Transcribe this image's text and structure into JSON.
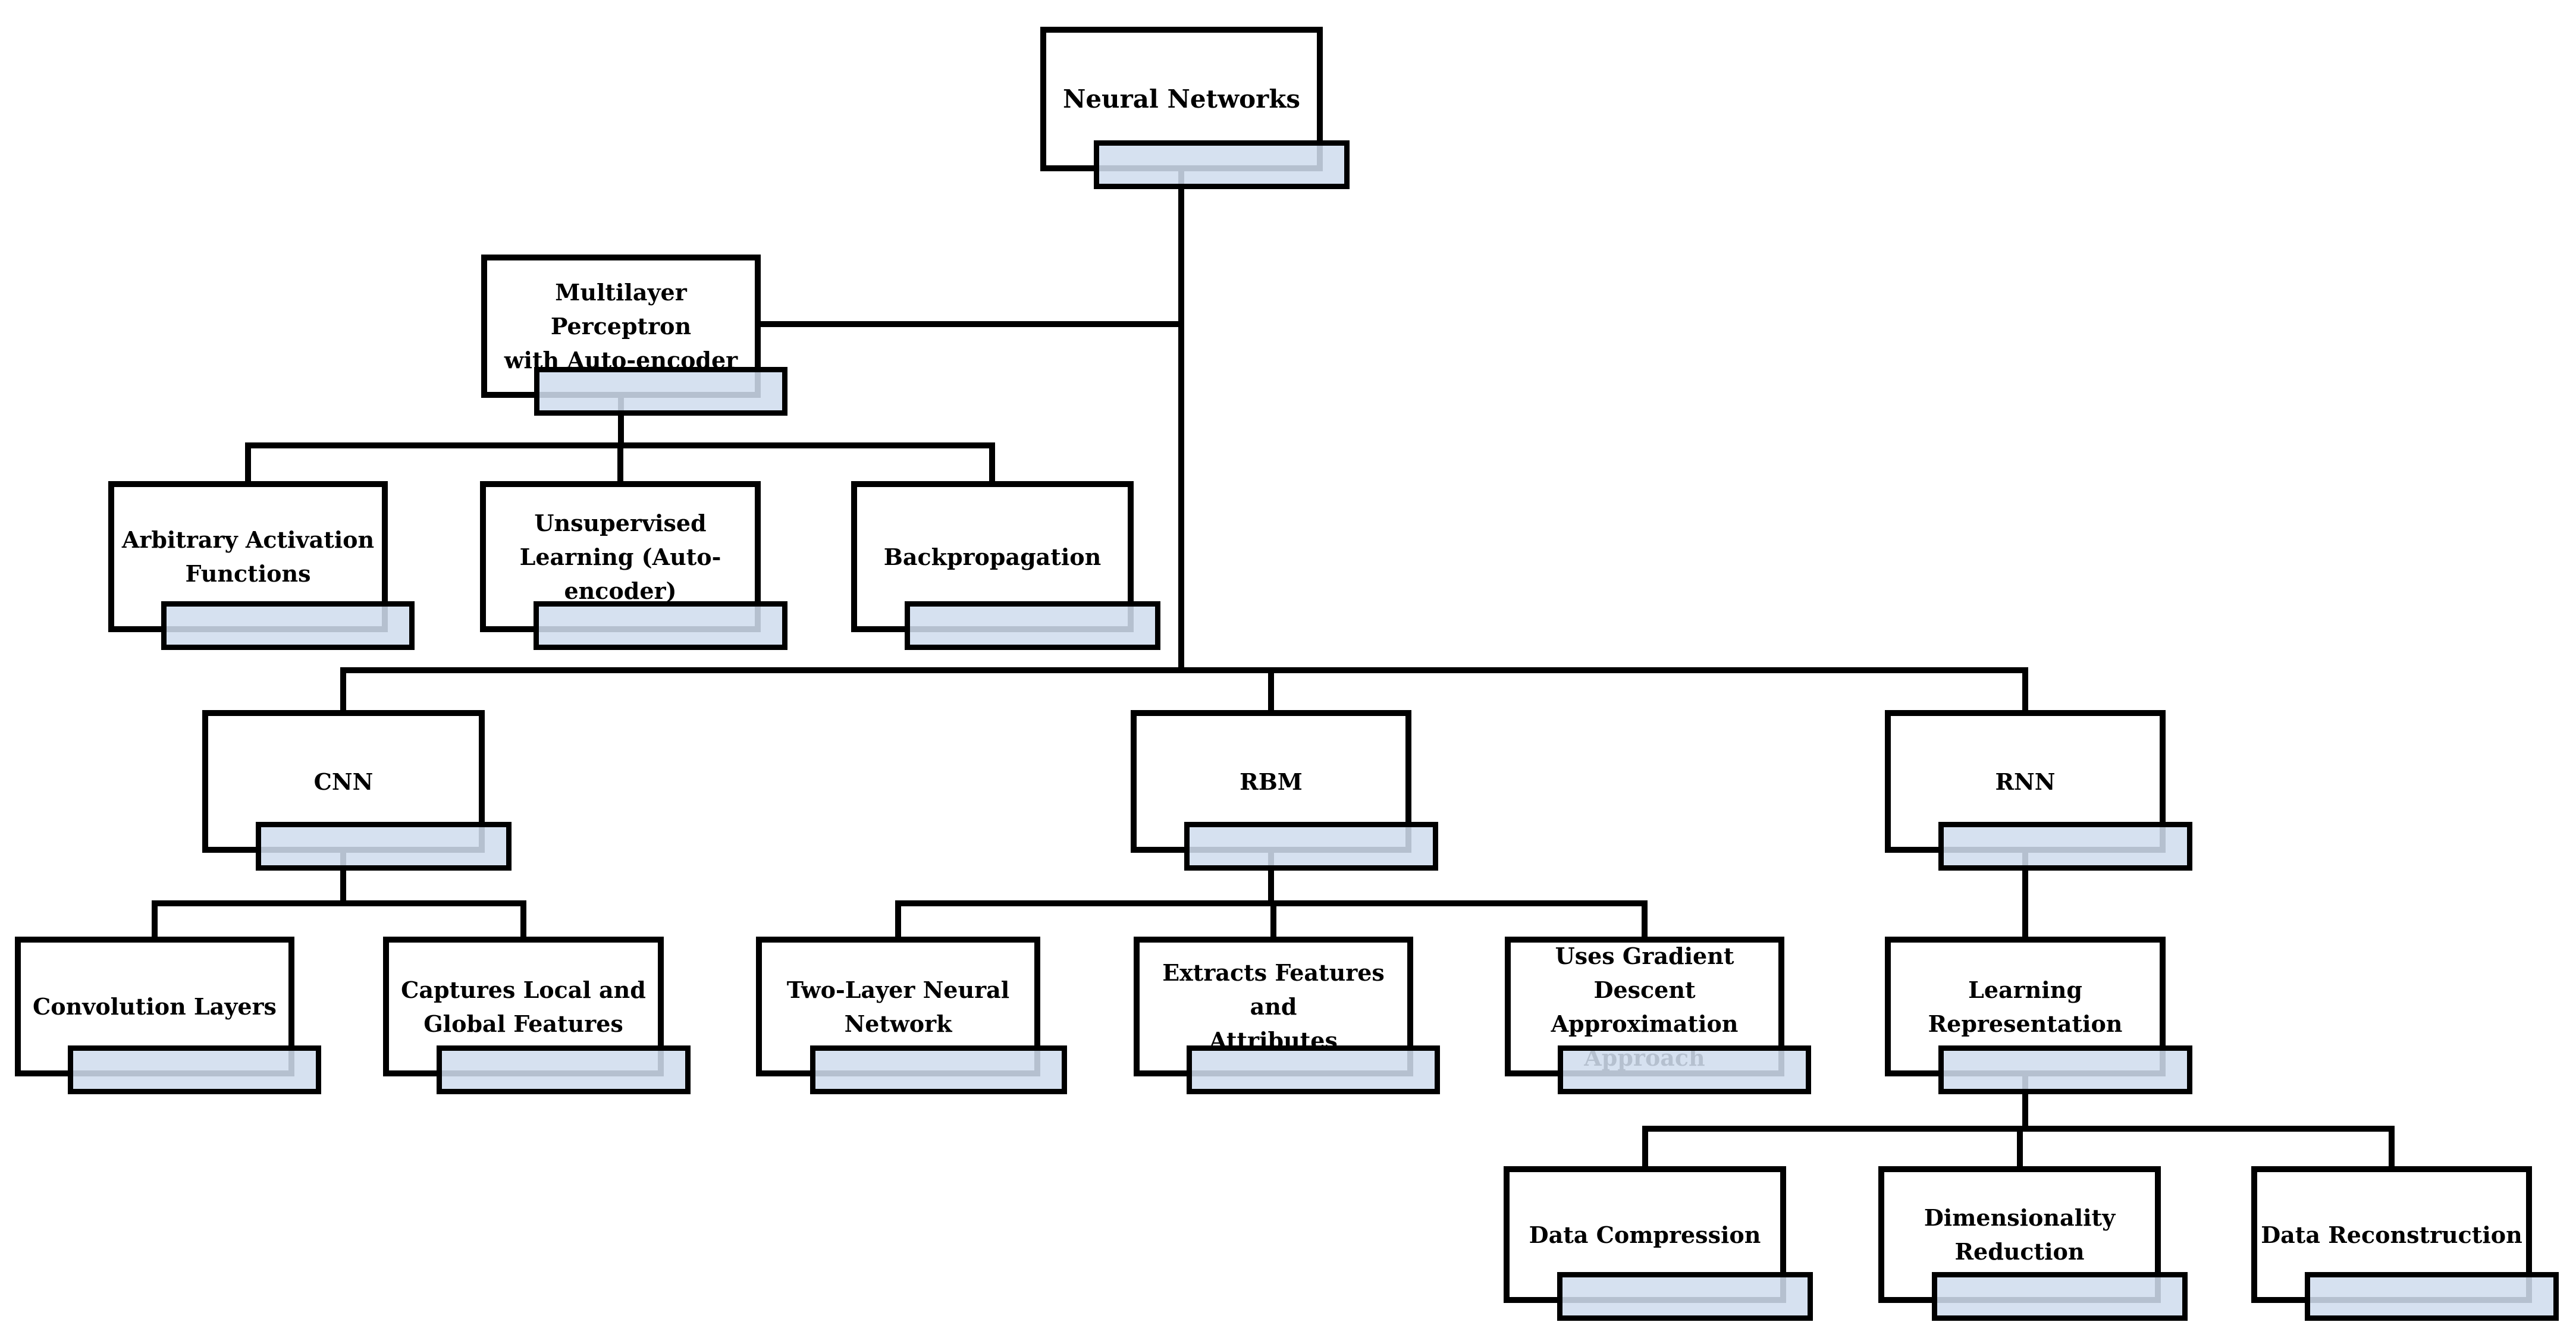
{
  "diagram": {
    "type": "tree-flowchart",
    "colors": {
      "background": "#ffffff",
      "box_fill": "#ffffff",
      "box_border": "#000000",
      "tab_fill": "rgba(208,220,238,0.87)",
      "tab_border": "#000000",
      "connector": "#000000",
      "text": "#000000"
    },
    "nodes": {
      "neural_networks": {
        "label": "Neural Networks",
        "parent": null
      },
      "multilayer_perceptron": {
        "label": "Multilayer Perceptron\nwith Auto-encoder",
        "parent": "neural_networks"
      },
      "arbitrary_activation": {
        "label": "Arbitrary Activation\nFunctions",
        "parent": "multilayer_perceptron"
      },
      "unsupervised_learning": {
        "label": "Unsupervised\nLearning (Auto-\nencoder)",
        "parent": "multilayer_perceptron"
      },
      "backpropagation": {
        "label": "Backpropagation",
        "parent": "multilayer_perceptron"
      },
      "cnn": {
        "label": "CNN",
        "parent": "neural_networks"
      },
      "rbm": {
        "label": "RBM",
        "parent": "neural_networks"
      },
      "rnn": {
        "label": "RNN",
        "parent": "neural_networks"
      },
      "convolution_layers": {
        "label": "Convolution Layers",
        "parent": "cnn"
      },
      "captures_features": {
        "label": "Captures Local and\nGlobal Features",
        "parent": "cnn"
      },
      "two_layer_network": {
        "label": "Two-Layer Neural\nNetwork",
        "parent": "rbm"
      },
      "extracts_features": {
        "label": "Extracts Features and\nAttributes",
        "parent": "rbm"
      },
      "gradient_descent": {
        "label": "Uses Gradient Descent\nApproximation\nApproach",
        "parent": "rbm"
      },
      "learning_representation": {
        "label": "Learning\nRepresentation",
        "parent": "rnn"
      },
      "data_compression": {
        "label": "Data Compression",
        "parent": "learning_representation"
      },
      "dimensionality_reduction": {
        "label": "Dimensionality\nReduction",
        "parent": "learning_representation"
      },
      "data_reconstruction": {
        "label": "Data Reconstruction",
        "parent": "learning_representation"
      }
    }
  }
}
